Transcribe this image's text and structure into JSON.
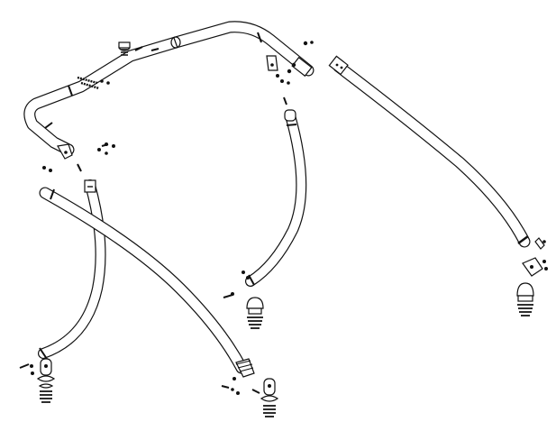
{
  "diagram": {
    "type": "exploded-assembly",
    "parts": [
      {
        "name": "top-frame-tube",
        "kind": "bent-tube"
      },
      {
        "name": "rear-left-leg-tube",
        "kind": "curved-tube"
      },
      {
        "name": "front-left-leg-tube",
        "kind": "curved-tube"
      },
      {
        "name": "center-leg-tube",
        "kind": "curved-tube"
      },
      {
        "name": "right-leg-tube",
        "kind": "curved-tube"
      },
      {
        "name": "mounting-foot",
        "kind": "hardware",
        "count": 4
      },
      {
        "name": "knob-with-bolt",
        "kind": "hardware",
        "count": 1
      },
      {
        "name": "hinge-bracket",
        "kind": "hardware",
        "count": 5
      },
      {
        "name": "bolt",
        "kind": "fastener"
      },
      {
        "name": "nut",
        "kind": "fastener"
      }
    ],
    "colors": {
      "ink": "#111111",
      "fill": "#ffffff"
    }
  }
}
